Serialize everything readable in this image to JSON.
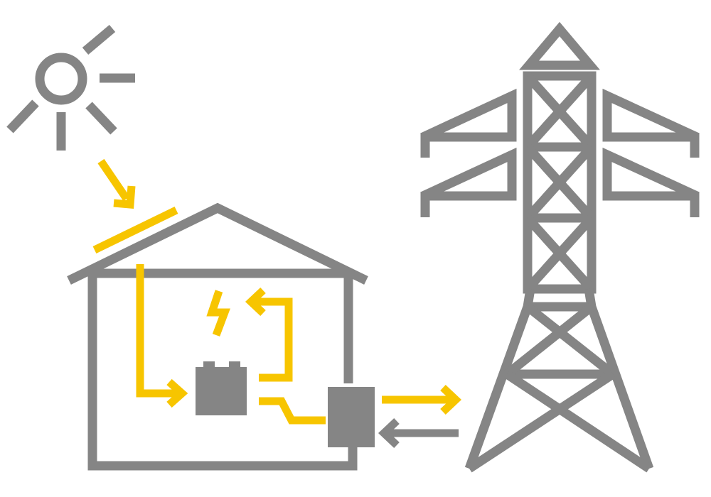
{
  "colors": {
    "primary_gray": "#858585",
    "accent_yellow": "#F7C500",
    "background": "#ffffff"
  },
  "icons": {
    "sun": "sun-icon",
    "solar_panel": "solar-panel-icon",
    "house": "house-icon",
    "battery": "battery-icon",
    "inverter": "inverter-icon",
    "lightning": "lightning-icon",
    "transmission_tower": "transmission-tower-icon"
  },
  "flows": [
    {
      "name": "sunlight-to-panel-arrow",
      "from": "sun",
      "to": "solar_panel"
    },
    {
      "name": "panel-to-battery-arrow",
      "from": "solar_panel",
      "to": "battery"
    },
    {
      "name": "inverter-to-load-arrow",
      "from": "inverter",
      "to": "lightning"
    },
    {
      "name": "battery-to-inverter-connector",
      "from": "battery",
      "to": "inverter"
    },
    {
      "name": "inverter-to-grid-arrow",
      "from": "inverter",
      "to": "transmission_tower"
    },
    {
      "name": "grid-to-inverter-arrow",
      "from": "transmission_tower",
      "to": "inverter"
    }
  ]
}
